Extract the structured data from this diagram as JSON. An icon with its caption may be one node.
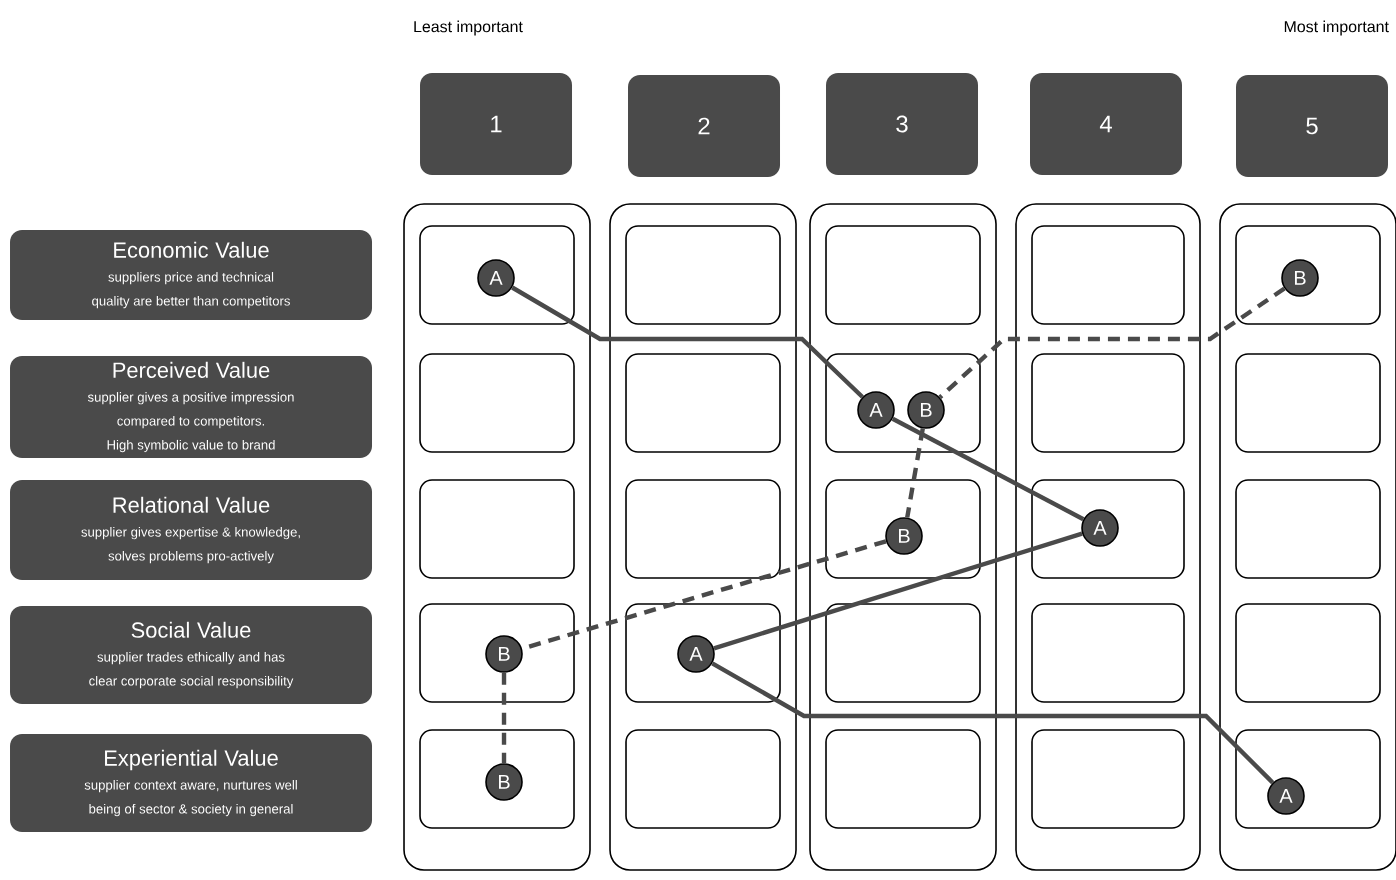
{
  "diagram": {
    "nodes": [
      {
        "text": [
          "1"
        ]
      },
      {
        "text": [
          "2"
        ]
      },
      {
        "text": [
          "3"
        ]
      },
      {
        "text": [
          "4"
        ]
      },
      {
        "text": [
          "5"
        ]
      },
      {
        "text": [
          "Economic Value",
          "suppliers price and technical quality are better than competitors"
        ]
      },
      {
        "text": [
          "Perceived Value",
          "supplier gives a positive impression compared to competitors. High symbolic value to brand"
        ]
      },
      {
        "text": [
          "Relational Value",
          "supplier gives expertise & knowledge, solves problems pro-actively"
        ]
      },
      {
        "text": [
          "Social Value",
          "supplier trades ethically and has clear corporate social responsibility"
        ]
      },
      {
        "text": [
          "Experiential Value",
          "supplier context aware, nurtures well being of sector & society in general"
        ]
      },
      {
        "text": [],
        "shape": "box"
      },
      {
        "text": [],
        "shape": "box"
      },
      {
        "text": [],
        "shape": "box"
      },
      {
        "text": [],
        "shape": "box"
      },
      {
        "text": [],
        "shape": "box"
      },
      {
        "text": [],
        "shape": "box",
        "in": 10
      },
      {
        "text": [],
        "shape": "box",
        "in": 10
      },
      {
        "text": [],
        "shape": "box",
        "in": 10
      },
      {
        "text": [],
        "shape": "box",
        "in": 10
      },
      {
        "text": [],
        "shape": "box",
        "in": 10
      },
      {
        "text": [],
        "shape": "box",
        "in": 11
      },
      {
        "text": [],
        "shape": "box",
        "in": 11
      },
      {
        "text": [],
        "shape": "box",
        "in": 11
      },
      {
        "text": [],
        "shape": "box",
        "in": 11
      },
      {
        "text": [],
        "shape": "box",
        "in": 11
      },
      {
        "text": [],
        "shape": "box",
        "in": 12
      },
      {
        "text": [],
        "shape": "box",
        "in": 12
      },
      {
        "text": [],
        "shape": "box",
        "in": 12
      },
      {
        "text": [],
        "shape": "box",
        "in": 12
      },
      {
        "text": [],
        "shape": "box",
        "in": 12
      },
      {
        "text": [],
        "shape": "box",
        "in": 13
      },
      {
        "text": [],
        "shape": "box",
        "in": 13
      },
      {
        "text": [],
        "shape": "box",
        "in": 13
      },
      {
        "text": [],
        "shape": "box",
        "in": 13
      },
      {
        "text": [],
        "shape": "box",
        "in": 13
      },
      {
        "text": [],
        "shape": "box",
        "in": 14
      },
      {
        "text": [],
        "shape": "box",
        "in": 14
      },
      {
        "text": [],
        "shape": "box",
        "in": 14
      },
      {
        "text": [],
        "shape": "box",
        "in": 14
      },
      {
        "text": [],
        "shape": "box",
        "in": 14
      },
      {
        "text": [
          "A"
        ],
        "in": 15
      },
      {
        "text": [
          "B"
        ],
        "in": 35
      },
      {
        "text": [
          "A"
        ],
        "in": 26
      },
      {
        "text": [
          "B"
        ],
        "in": 26
      },
      {
        "text": [
          "B"
        ],
        "in": 27
      },
      {
        "text": [
          "A"
        ],
        "in": 32
      },
      {
        "text": [
          "B"
        ],
        "in": 18
      },
      {
        "text": [
          "A"
        ],
        "in": 23
      },
      {
        "text": [
          "B"
        ],
        "in": 19
      },
      {
        "text": [
          "A"
        ],
        "in": 39
      }
    ],
    "edges": [
      {
        "from": 40,
        "to": 42,
        "arrow": "none"
      },
      {
        "from": 42,
        "to": 45,
        "arrow": "none"
      },
      {
        "from": 45,
        "to": 47,
        "arrow": "none"
      },
      {
        "from": 47,
        "to": 49,
        "arrow": "none"
      },
      {
        "from": 41,
        "to": 43,
        "arrow": "none",
        "style": "dashed"
      },
      {
        "from": 43,
        "to": 44,
        "arrow": "none",
        "style": "dashed"
      },
      {
        "from": 44,
        "to": 46,
        "arrow": "none",
        "style": "dashed"
      },
      {
        "from": 46,
        "to": 48,
        "arrow": "none",
        "style": "dashed"
      }
    ],
    "labels": [
      "Least important",
      "Most important"
    ]
  }
}
